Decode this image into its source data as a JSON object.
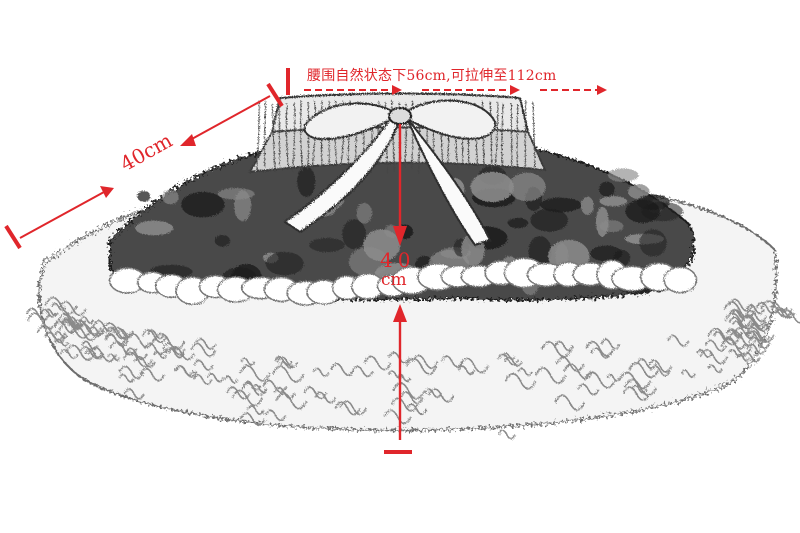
{
  "annotations": {
    "waist": "腰围自然状态下56cm,可拉伸至112cm",
    "width": "40cm",
    "length_value": "40",
    "length_unit": "cm"
  },
  "colors": {
    "annotation": "#e0262b",
    "sketch_dark": "#2a2a2a",
    "sketch_mid": "#7a7a7a",
    "background": "#ffffff"
  },
  "icons": [
    "skirt-sketch",
    "bow-icon",
    "arrow-icon"
  ]
}
